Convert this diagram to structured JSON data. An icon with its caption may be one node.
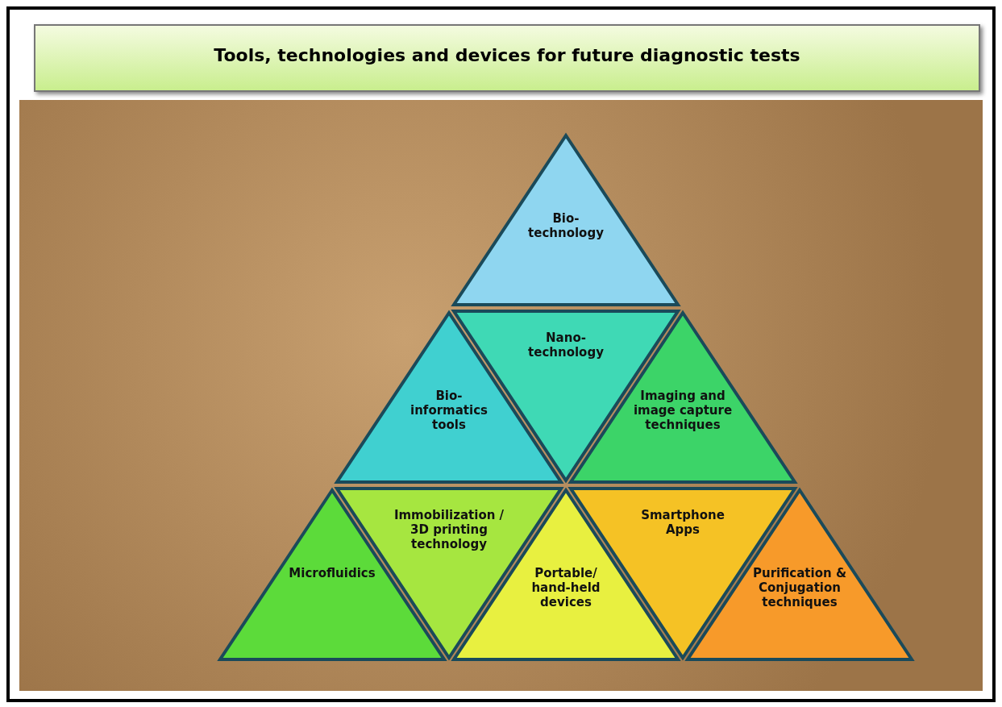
{
  "diagram": {
    "title": "Tools, technologies and devices for future diagnostic tests",
    "nodes": [
      {
        "text": [
          "Bio- technology"
        ]
      },
      {
        "text": [
          "Nano- technology"
        ]
      },
      {
        "text": [
          "Bio- informatics tools"
        ]
      },
      {
        "text": [
          "Imaging and image capture techniques"
        ]
      },
      {
        "text": [
          "Immobilization / 3D printing technology"
        ]
      },
      {
        "text": [
          "Microfluidics"
        ]
      },
      {
        "text": [
          "Portable/ hand-held devices"
        ]
      },
      {
        "text": [
          "Smartphone Apps"
        ]
      },
      {
        "text": [
          "Purification & Conjugation techniques"
        ]
      }
    ]
  }
}
